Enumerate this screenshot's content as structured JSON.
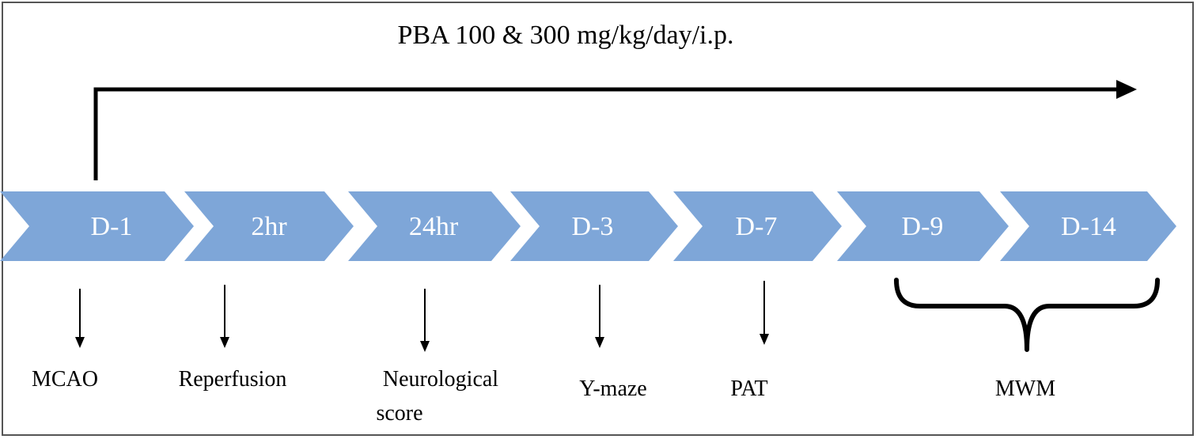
{
  "title": "PBA 100 & 300 mg/kg/day/i.p.",
  "colors": {
    "chevron_fill": "#7ea6d8",
    "line": "#000000",
    "text": "#000000",
    "step_text": "#ffffff"
  },
  "steps": [
    {
      "label": "D-1"
    },
    {
      "label": "2hr"
    },
    {
      "label": "24hr"
    },
    {
      "label": "D-3"
    },
    {
      "label": "D-7"
    },
    {
      "label": "D-9"
    },
    {
      "label": "D-14"
    }
  ],
  "events": [
    {
      "lines": [
        "MCAO"
      ]
    },
    {
      "lines": [
        "Reperfusion"
      ]
    },
    {
      "lines": [
        "Neurological",
        "score"
      ]
    },
    {
      "lines": [
        "Y-maze"
      ]
    },
    {
      "lines": [
        "PAT"
      ]
    }
  ],
  "group_event": {
    "label": "MWM"
  }
}
